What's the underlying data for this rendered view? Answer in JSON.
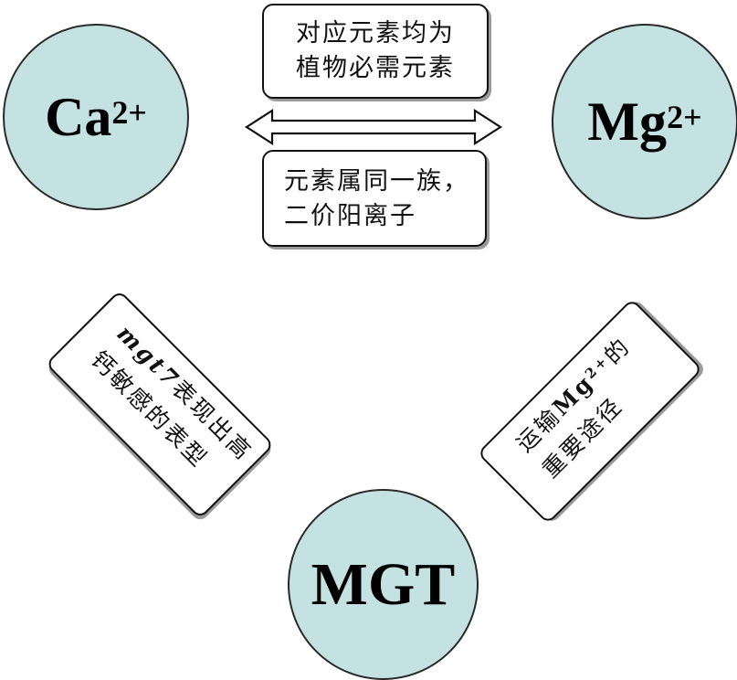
{
  "nodes": {
    "ca": {
      "base": "Ca",
      "charge": "2+"
    },
    "mg": {
      "base": "Mg",
      "charge": "2+"
    },
    "mgt": {
      "label": "MGT"
    }
  },
  "relations": {
    "top_box": {
      "line1": "对应元素均为",
      "line2": "植物必需元素"
    },
    "bottom_box": {
      "line1": "元素属同一族，",
      "line2": "二价阳离子"
    },
    "left_box": {
      "gene": "mgt7",
      "line1_rest": "表现出高",
      "line2": "钙敏感的表型"
    },
    "right_box": {
      "line1_pre": "运输",
      "ion_base": "Mg",
      "ion_charge": "2+",
      "line1_post": "的",
      "line2": "重要途径"
    }
  },
  "colors": {
    "node_fill": "#c5e2e3",
    "outline": "#111111",
    "shadow": "#9a9a9a"
  }
}
